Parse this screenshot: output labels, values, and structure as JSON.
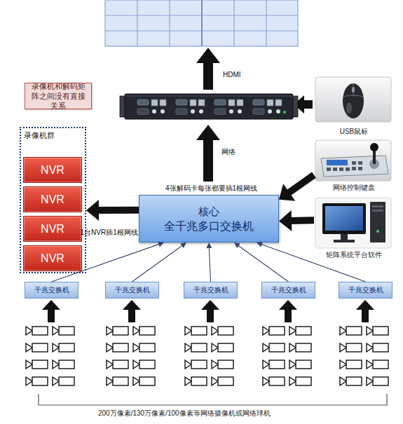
{
  "diagram": {
    "nodes": [
      {
        "text": [
          "录像机和解码矩阵之间没有直接关系"
        ]
      },
      {
        "text": [
          "USB鼠标"
        ]
      },
      {
        "text": [
          "录像机群"
        ]
      },
      {
        "text": [
          "NVR"
        ],
        "in": 2
      },
      {
        "text": [
          "NVR"
        ],
        "in": 2
      },
      {
        "text": [
          "NVR"
        ],
        "in": 2
      },
      {
        "text": [
          "NVR"
        ],
        "in": 2
      },
      {
        "text": [
          "网络控制键盘"
        ]
      },
      {
        "text": [
          "核心",
          "全千兆多口交换机"
        ]
      },
      {
        "text": [
          "矩阵系统平台软件"
        ]
      },
      {
        "text": [
          "千兆交换机"
        ]
      },
      {
        "text": [
          "千兆交换机"
        ]
      },
      {
        "text": [
          "千兆交换机"
        ]
      },
      {
        "text": [
          "千兆交换机"
        ]
      },
      {
        "text": [
          "千兆交换机"
        ]
      }
    ],
    "edges": [
      {
        "from": 8,
        "to": 2,
        "arrow": "to",
        "label": "1台NVR插1根网线"
      },
      {
        "from": 7,
        "to": 8,
        "arrow": "to"
      },
      {
        "from": 9,
        "to": 8,
        "arrow": "to"
      },
      {
        "from": 10,
        "to": 8,
        "arrow": "to"
      },
      {
        "from": 11,
        "to": 8,
        "arrow": "to"
      },
      {
        "from": 12,
        "to": 8,
        "arrow": "to"
      },
      {
        "from": 13,
        "to": 8,
        "arrow": "to"
      },
      {
        "from": 14,
        "to": 8,
        "arrow": "to"
      }
    ],
    "labels": [
      "HDMI",
      "网络",
      "4张解码卡每张都要插1根网线",
      "200万像素/130万像素/100像素等网络摄像机或网络球机"
    ]
  }
}
